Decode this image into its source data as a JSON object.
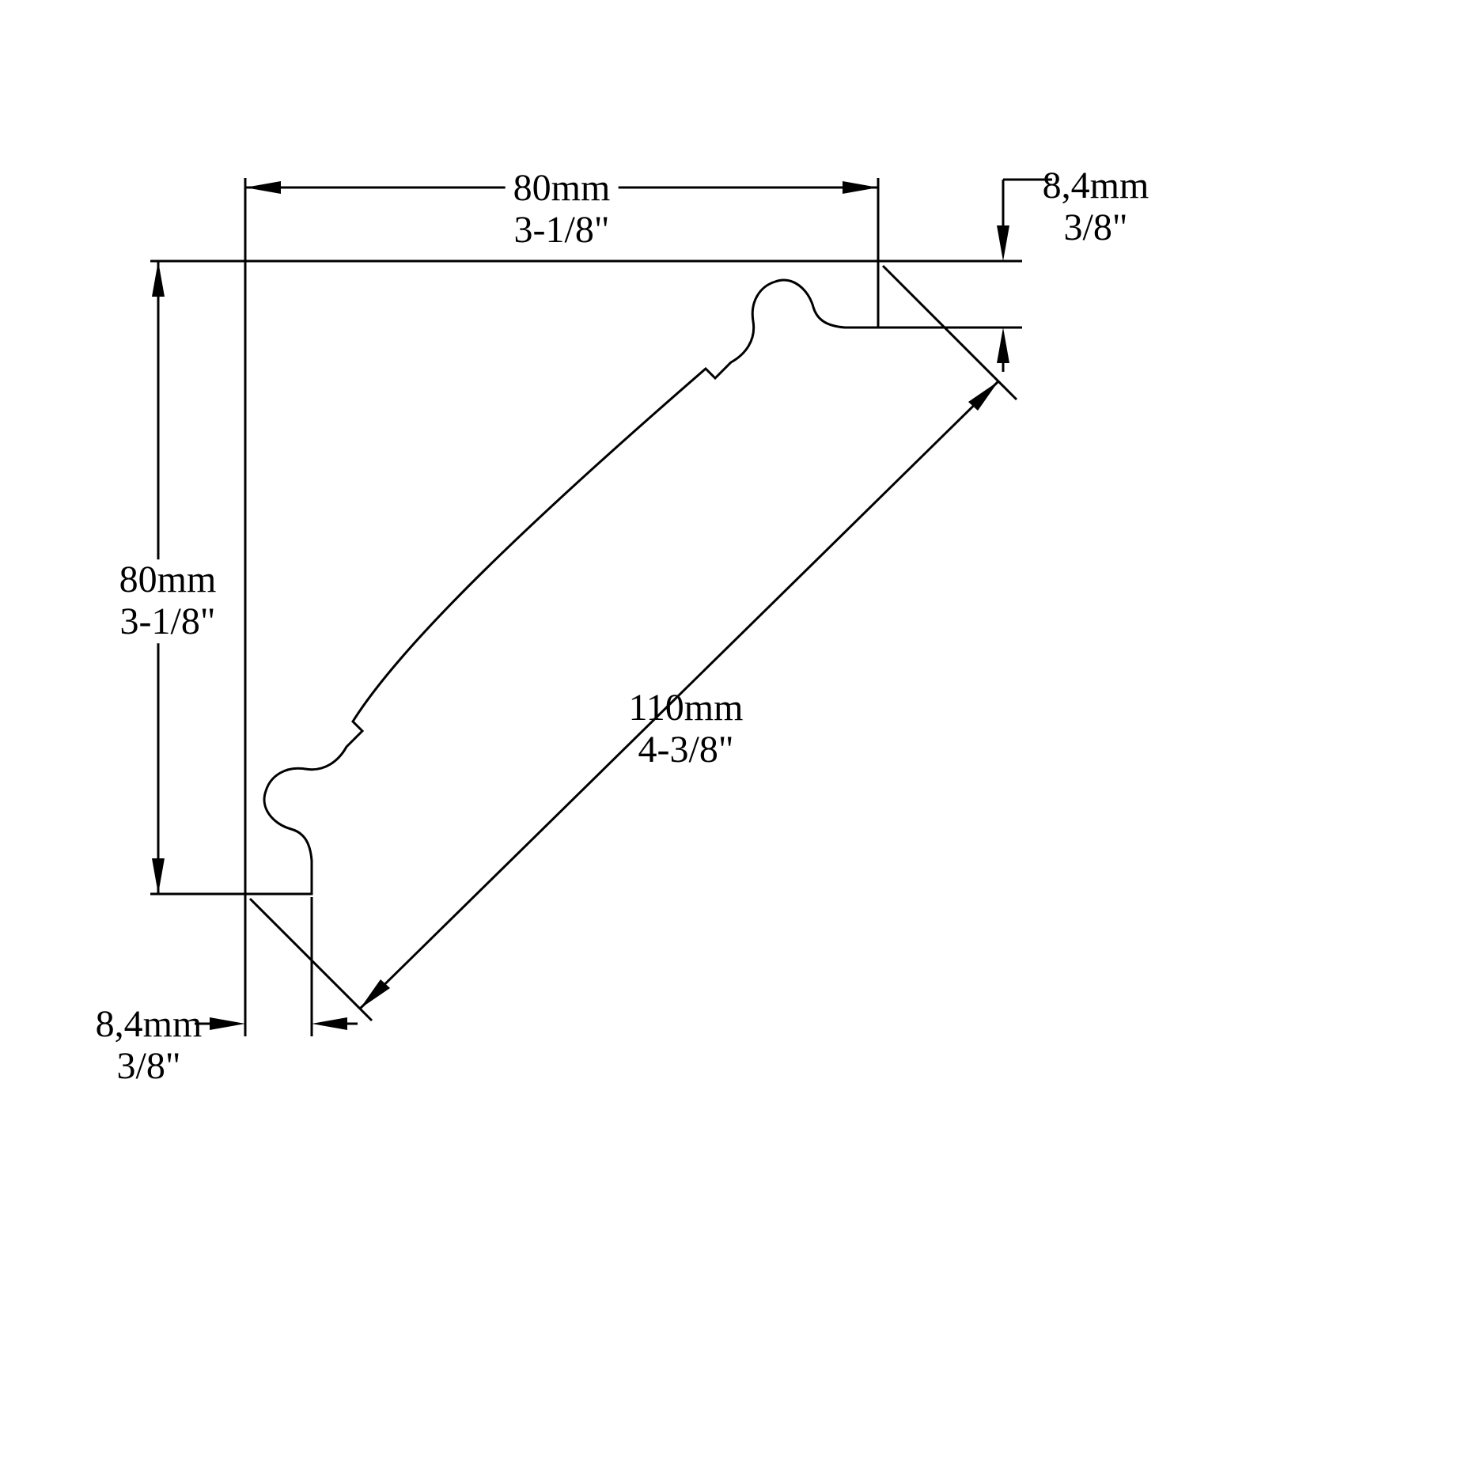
{
  "dimensions": {
    "top_width": {
      "metric": "80mm",
      "imperial": "3-1/8\""
    },
    "left_height": {
      "metric": "80mm",
      "imperial": "3-1/8\""
    },
    "top_right_thickness": {
      "metric": "8,4mm",
      "imperial": "3/8\""
    },
    "bottom_left_thickness": {
      "metric": "8,4mm",
      "imperial": "3/8\""
    },
    "diagonal_face": {
      "metric": "110mm",
      "imperial": "4-3/8\""
    }
  },
  "colors": {
    "line": "#000000",
    "background": "#ffffff"
  }
}
